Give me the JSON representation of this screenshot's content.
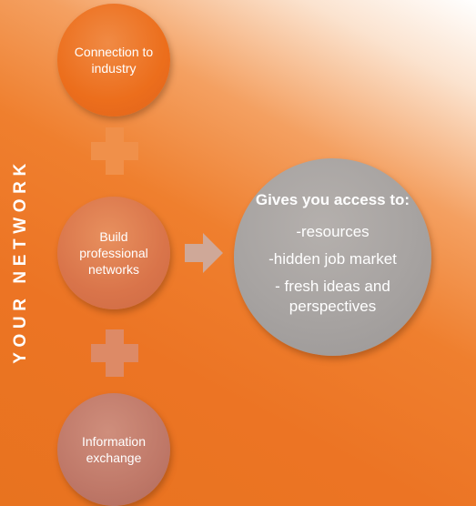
{
  "side_label": "YOUR NETWORK",
  "nodes": {
    "connection": "Connection to industry",
    "build": "Build professional networks",
    "information": "Information exchange"
  },
  "result": {
    "title": "Gives you access to:",
    "items": [
      "-resources",
      "-hidden job market",
      "- fresh ideas and perspectives"
    ]
  },
  "colors": {
    "background_orange": "#ec7424",
    "node_connection": "#ec6e1c",
    "node_build": "#d9744a",
    "node_information": "#bf7868",
    "result_circle": "#a7a3a1",
    "plus_top": "#f0904a",
    "plus_bottom": "#dd8a66",
    "arrow": "#cfa898"
  },
  "icons": {
    "connector_plus": "plus-icon",
    "connector_arrow": "arrow-right-icon"
  }
}
